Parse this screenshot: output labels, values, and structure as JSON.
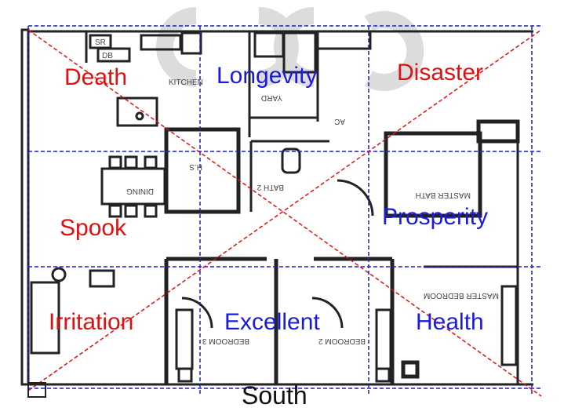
{
  "compass": {
    "bottom_label": "South"
  },
  "zones": [
    {
      "id": "death",
      "label": "Death",
      "tone": "bad"
    },
    {
      "id": "longevity",
      "label": "Longevity",
      "tone": "good"
    },
    {
      "id": "disaster",
      "label": "Disaster",
      "tone": "bad"
    },
    {
      "id": "spook",
      "label": "Spook",
      "tone": "bad"
    },
    {
      "id": "prosperity",
      "label": "Prosperity",
      "tone": "good"
    },
    {
      "id": "irritation",
      "label": "Irritation",
      "tone": "bad"
    },
    {
      "id": "excellent",
      "label": "Excellent",
      "tone": "good"
    },
    {
      "id": "health",
      "label": "Health",
      "tone": "good"
    }
  ],
  "colors": {
    "bad": "#e01010",
    "good": "#1a1ae0",
    "grid": "#1a1ae0",
    "diagonal": "#e01010",
    "walls": "#222222"
  },
  "floorplan": {
    "labels": {
      "sr": "SR",
      "db": "DB",
      "kitchen": "KITCHEN",
      "yard": "YARD",
      "ac": "AC",
      "hs": "H.S",
      "bath2": "BATH 2",
      "dining": "DINING",
      "master_bath": "MASTER BATH",
      "bedroom3": "BEDROOM 3",
      "bedroom2": "BEDROOM 2",
      "master_bedroom": "MASTER BEDROOM"
    }
  }
}
